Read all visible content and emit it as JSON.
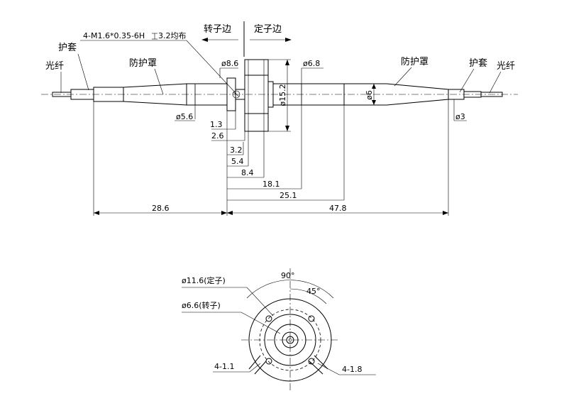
{
  "header": {
    "thread_note": "4-M1.6*0.35-6H",
    "thread_depth": "3.2均布",
    "rotor_side": "转子边",
    "stator_side": "定子边"
  },
  "side_view": {
    "labels": {
      "fiber_left": "光纤",
      "sleeve_left": "护套",
      "boot_left": "防护罩",
      "boot_right": "防护罩",
      "sleeve_right": "护套",
      "fiber_right": "光纤"
    },
    "dims": {
      "d8_6": "ø8.6",
      "d6_8": "ø6.8",
      "d15_2": "ø15.2",
      "d6": "ø6",
      "d5_6": "ø5.6",
      "d3": "ø3",
      "l1_3": "1.3",
      "l2_6": "2.6",
      "l3_2": "3.2",
      "l5_4": "5.4",
      "l8_4": "8.4",
      "l18_1": "18.1",
      "l25_1": "25.1",
      "l28_6": "28.6",
      "l47_8": "47.8"
    }
  },
  "end_view": {
    "labels": {
      "d11_6": "ø11.6(定子)",
      "d6_6": "ø6.6(转子)",
      "angle_90": "90°",
      "angle_45": "45°",
      "slot_1_1": "4-1.1",
      "slot_1_8": "4-1.8"
    }
  }
}
